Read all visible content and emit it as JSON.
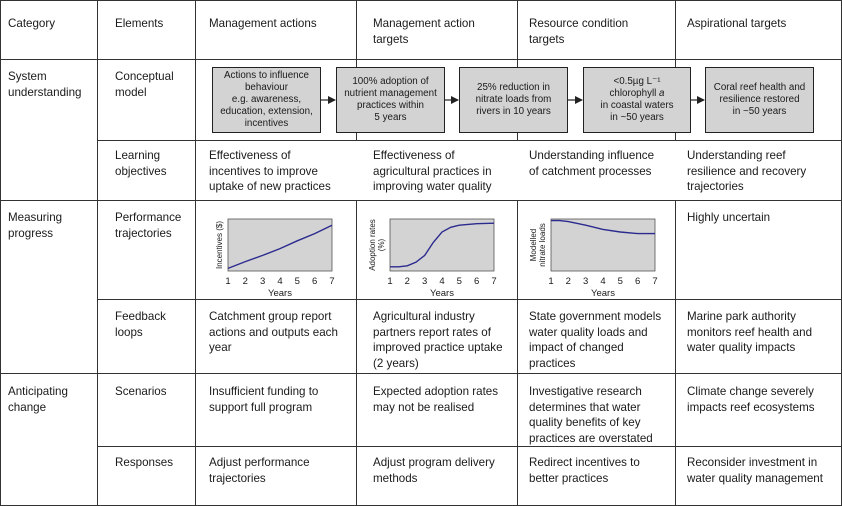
{
  "header": {
    "category": "Category",
    "elements": "Elements",
    "management_actions": "Management actions",
    "management_action_targets_1": "Management action",
    "management_action_targets_2": "targets",
    "resource_condition_targets_1": "Resource condition",
    "resource_condition_targets_2": "targets",
    "aspirational_targets": "Aspirational targets"
  },
  "categories": {
    "system_1": "System",
    "system_2": "understanding",
    "measuring_1": "Measuring",
    "measuring_2": "progress",
    "anticipating_1": "Anticipating",
    "anticipating_2": "change"
  },
  "elements": {
    "conceptual_1": "Conceptual",
    "conceptual_2": "model",
    "learning_1": "Learning",
    "learning_2": "objectives",
    "performance_1": "Performance",
    "performance_2": "trajectories",
    "feedback_1": "Feedback",
    "feedback_2": "loops",
    "scenarios": "Scenarios",
    "responses": "Responses"
  },
  "flow": {
    "box1": [
      "Actions to influence",
      "behaviour",
      "e.g. awareness,",
      "education, extension,",
      "incentives"
    ],
    "box2": [
      "100% adoption of",
      "nutrient management",
      "practices within",
      "5 years"
    ],
    "box3": [
      "25% reduction in",
      "nitrate loads from",
      "rivers in 10 years"
    ],
    "box4_line1": "<0.5µg L⁻¹",
    "box4_line2a": "chlorophyll ",
    "box4_line2b": "a",
    "box4_line3": "in coastal waters",
    "box4_line4": "in ~50 years",
    "box5": [
      "Coral reef health and",
      "resilience restored",
      "in ~50 years"
    ]
  },
  "learning": {
    "actions": [
      "Effectiveness of",
      "incentives to improve",
      "uptake of new practices"
    ],
    "action_targets": [
      "Effectiveness of",
      "agricultural practices in",
      "improving water quality"
    ],
    "resource": [
      "Understanding influence",
      "of catchment processes"
    ],
    "aspirational": [
      "Understanding reef",
      "resilience and recovery",
      "trajectories"
    ]
  },
  "performance": {
    "aspirational": "Highly uncertain"
  },
  "feedback": {
    "actions": [
      "Catchment group report",
      "actions and outputs each",
      "year"
    ],
    "action_targets": [
      "Agricultural industry",
      "partners report rates of",
      "improved practice uptake",
      "(2 years)"
    ],
    "resource": [
      "State government models",
      "water quality loads and",
      "impact of changed",
      "practices"
    ],
    "aspirational": [
      "Marine park authority",
      "monitors reef health and",
      "water quality impacts"
    ]
  },
  "scenarios": {
    "actions": [
      "Insufficient funding to",
      "support full program"
    ],
    "action_targets": [
      "Expected adoption rates",
      "may not be realised"
    ],
    "resource": [
      "Investigative research",
      "determines that water",
      "quality benefits of key",
      "practices are overstated"
    ],
    "aspirational": [
      "Climate change severely",
      "impacts reef ecosystems"
    ]
  },
  "responses": {
    "actions": [
      "Adjust performance",
      "trajectories"
    ],
    "action_targets": [
      "Adjust program delivery",
      "methods"
    ],
    "resource": [
      "Redirect incentives to",
      "better practices"
    ],
    "aspirational": [
      "Reconsider investment in",
      "water quality management"
    ]
  },
  "colors": {
    "plot_bg": "#d3d3d3",
    "line": "#2b2b8f",
    "grid": "#555555"
  },
  "chart_data": [
    {
      "type": "line",
      "ylabel": "Incentives ($)",
      "xlabel": "Years",
      "x": [
        1,
        2,
        3,
        4,
        5,
        6,
        7
      ],
      "x_ticks": [
        "1",
        "2",
        "3",
        "4",
        "5",
        "6",
        "7"
      ],
      "y": [
        0.05,
        0.18,
        0.3,
        0.43,
        0.58,
        0.72,
        0.88
      ],
      "ylim": [
        0,
        1
      ],
      "y_ticks_shown": false
    },
    {
      "type": "line",
      "ylabel": "Adoption rates (%)",
      "xlabel": "Years",
      "x": [
        1,
        1.5,
        2,
        2.5,
        3,
        3.5,
        4,
        4.5,
        5,
        6,
        7
      ],
      "x_ticks": [
        "1",
        "2",
        "3",
        "4",
        "5",
        "6",
        "7"
      ],
      "y": [
        0.08,
        0.08,
        0.1,
        0.17,
        0.3,
        0.55,
        0.75,
        0.84,
        0.88,
        0.91,
        0.92
      ],
      "ylim": [
        0,
        1
      ],
      "y_ticks_shown": false
    },
    {
      "type": "line",
      "ylabel": "Modelled nitrate loads",
      "xlabel": "Years",
      "x": [
        1,
        1.5,
        2,
        3,
        4,
        5,
        6,
        6.5,
        7
      ],
      "x_ticks": [
        "1",
        "2",
        "3",
        "4",
        "5",
        "6",
        "7"
      ],
      "y": [
        0.97,
        0.97,
        0.95,
        0.88,
        0.8,
        0.75,
        0.72,
        0.72,
        0.72
      ],
      "ylim": [
        0,
        1
      ],
      "y_ticks_shown": false
    }
  ]
}
